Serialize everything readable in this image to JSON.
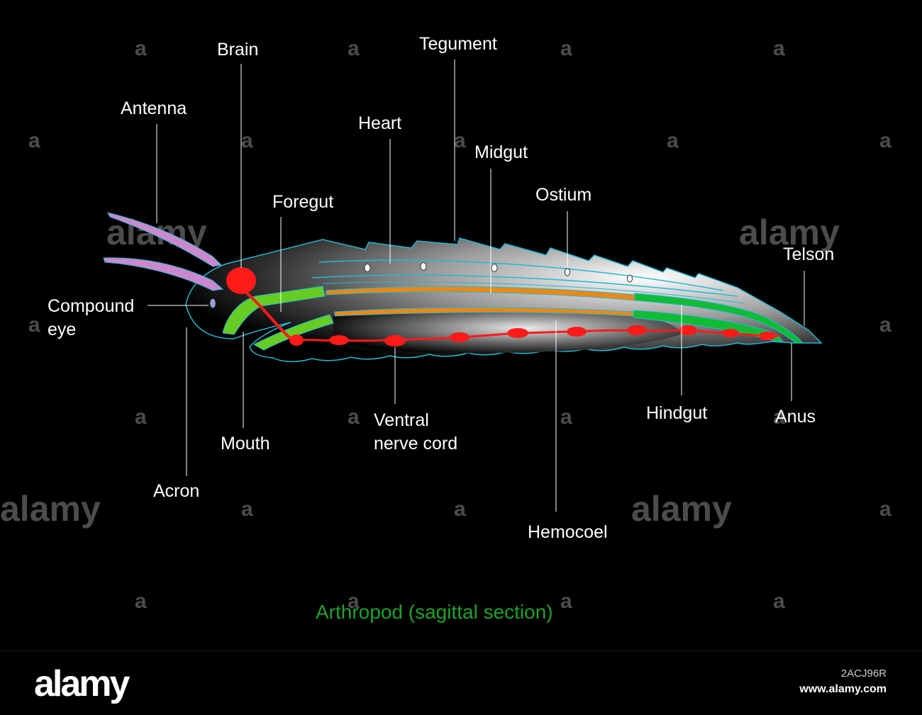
{
  "diagram": {
    "caption": "Arthropod (sagittal section)",
    "labels": {
      "brain": "Brain",
      "tegument": "Tegument",
      "antenna": "Antenna",
      "heart": "Heart",
      "midgut": "Midgut",
      "ostium": "Ostium",
      "foregut": "Foregut",
      "telson": "Telson",
      "compound_eye_line1": "Compound",
      "compound_eye_line2": "eye",
      "hindgut": "Hindgut",
      "anus": "Anus",
      "ventral_line1": "Ventral",
      "ventral_line2": "nerve cord",
      "mouth": "Mouth",
      "acron": "Acron",
      "hemocoel": "Hemocoel"
    },
    "colors": {
      "antenna": "#cc88cc",
      "brain": "#ff1a1a",
      "foregut": "#66cc22",
      "midgut": "#ee8811",
      "hindgut": "#11bb33",
      "outline": "#22b8d8",
      "caption": "#1ea22a"
    }
  },
  "watermark": {
    "brand": "alamy",
    "mark": "a"
  },
  "footer": {
    "logo": "alamy",
    "image_id": "2ACJ96R",
    "url": "www.alamy.com"
  }
}
